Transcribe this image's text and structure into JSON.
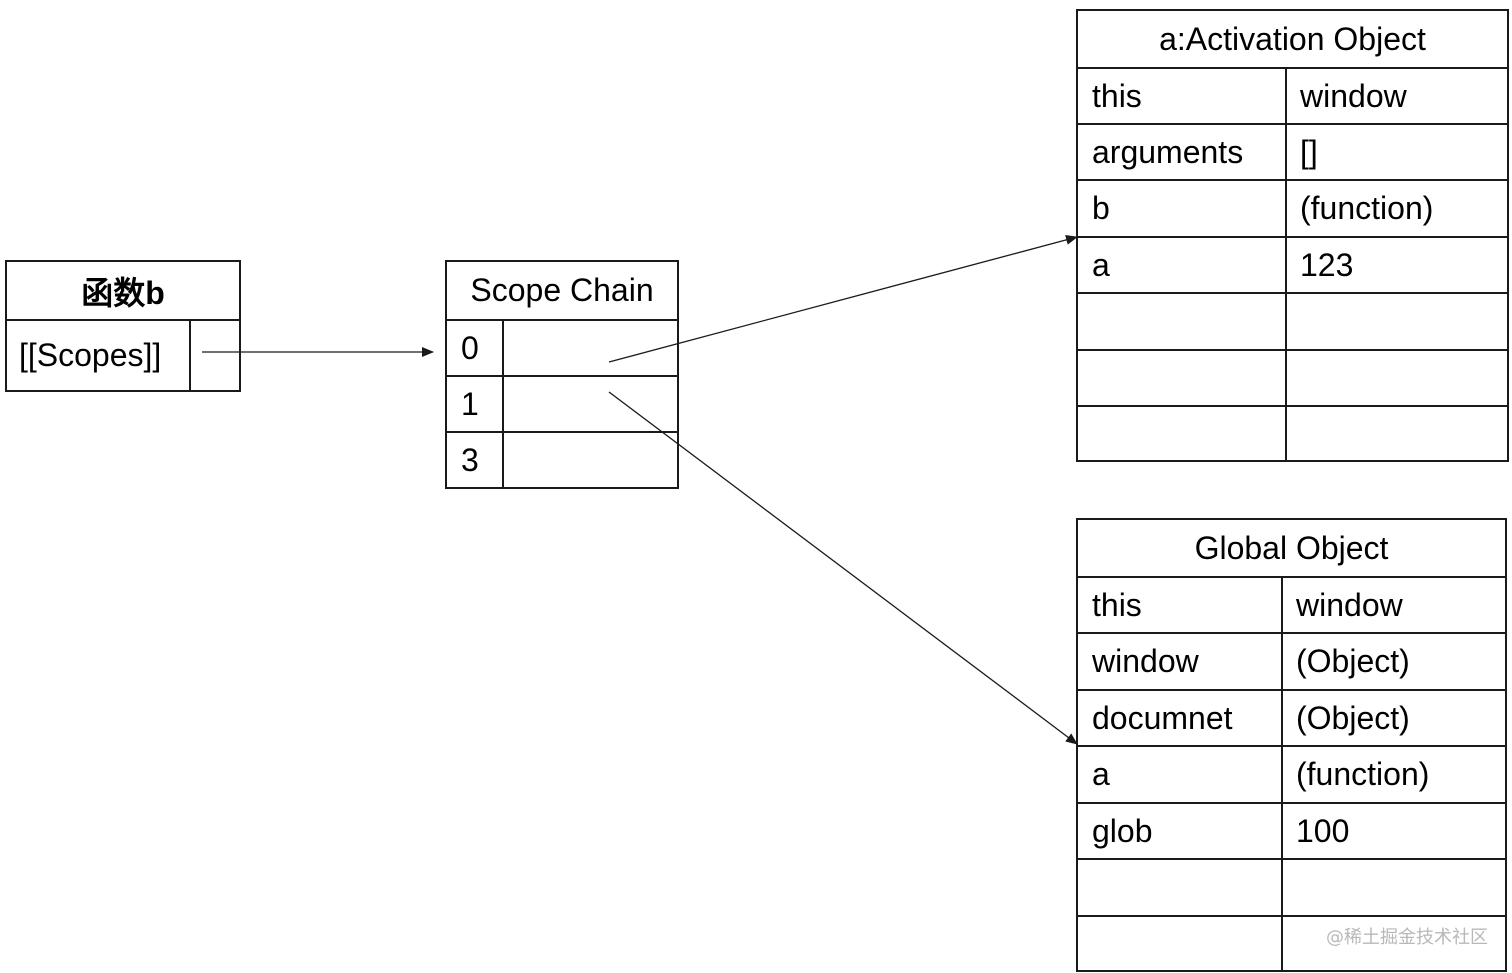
{
  "function_box": {
    "title": "函数b",
    "scopes_label": "[[Scopes]]"
  },
  "scope_chain": {
    "title": "Scope Chain",
    "rows": [
      "0",
      "1",
      "3"
    ]
  },
  "activation_object": {
    "title": "a:Activation Object",
    "rows": [
      {
        "key": "this",
        "value": "window"
      },
      {
        "key": "arguments",
        "value": "[]"
      },
      {
        "key": "b",
        "value": "(function)"
      },
      {
        "key": "a",
        "value": "123"
      },
      {
        "key": "",
        "value": ""
      },
      {
        "key": "",
        "value": ""
      },
      {
        "key": "",
        "value": ""
      }
    ]
  },
  "global_object": {
    "title": "Global Object",
    "rows": [
      {
        "key": "this",
        "value": "window"
      },
      {
        "key": "window",
        "value": "(Object)"
      },
      {
        "key": "documnet",
        "value": "(Object)"
      },
      {
        "key": "a",
        "value": "(function)"
      },
      {
        "key": "glob",
        "value": "100"
      },
      {
        "key": "",
        "value": ""
      },
      {
        "key": "",
        "value": ""
      }
    ]
  },
  "watermark": "@稀土掘金技术社区"
}
